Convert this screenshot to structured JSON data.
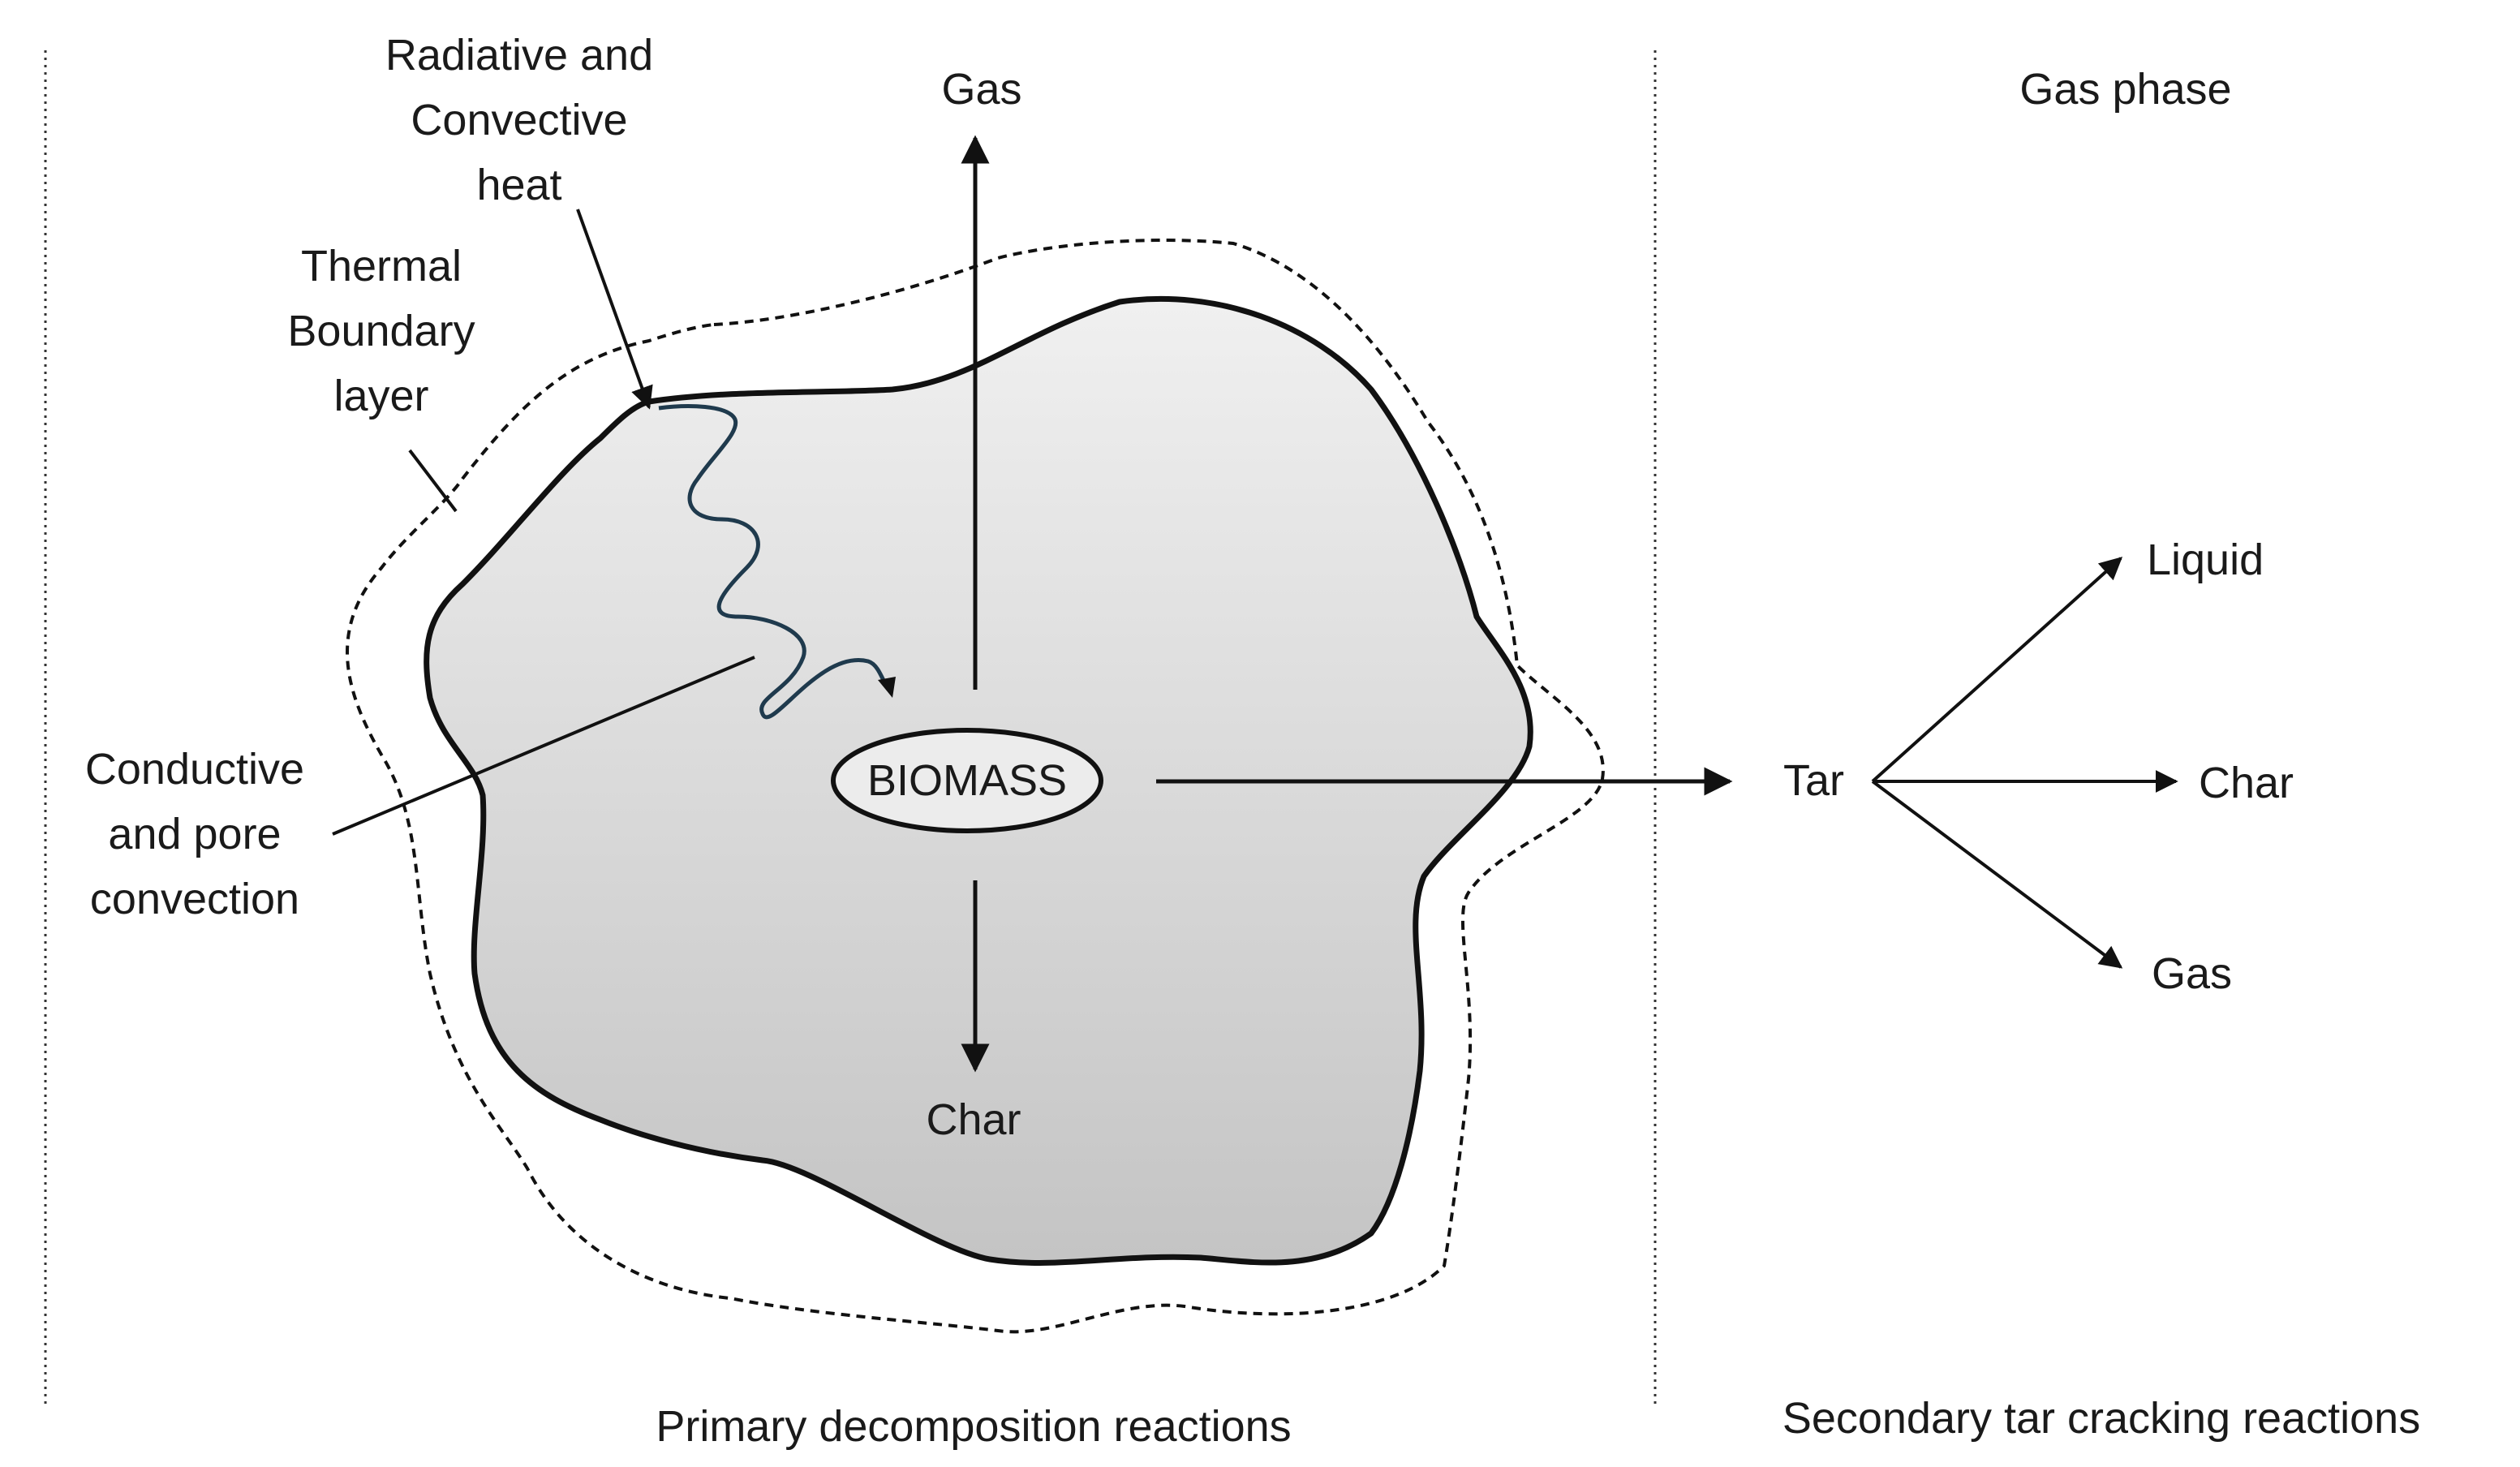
{
  "labels": {
    "radiative_heat": "Radiative and\nConvective\nheat",
    "thermal_boundary": "Thermal\nBoundary\nlayer",
    "conductive": "Conductive\nand pore\nconvection",
    "gas_top": "Gas",
    "biomass": "BIOMASS",
    "char_bottom": "Char",
    "gas_phase": "Gas phase",
    "tar": "Tar",
    "liquid": "Liquid",
    "char_right": "Char",
    "gas_right": "Gas",
    "primary": "Primary decomposition reactions",
    "secondary": "Secondary tar cracking reactions"
  },
  "colors": {
    "particle_fill_top": "#f0f0f0",
    "particle_fill_bottom": "#c4c4c4",
    "outline": "#111111",
    "heat_path": "#1f3a4d"
  }
}
